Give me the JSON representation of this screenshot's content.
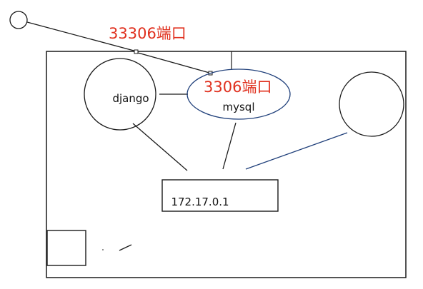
{
  "diagram": {
    "nodes": {
      "django": {
        "label": "django"
      },
      "mysql": {
        "label": "mysql"
      },
      "gateway": {
        "label": "172.17.0.1"
      }
    },
    "port_labels": {
      "host_port": "33306端口",
      "container_port": "3306端口"
    }
  },
  "colors": {
    "line": "#1a1a1a",
    "blue_line": "#1f3f7a",
    "port_text": "#e0301e"
  }
}
